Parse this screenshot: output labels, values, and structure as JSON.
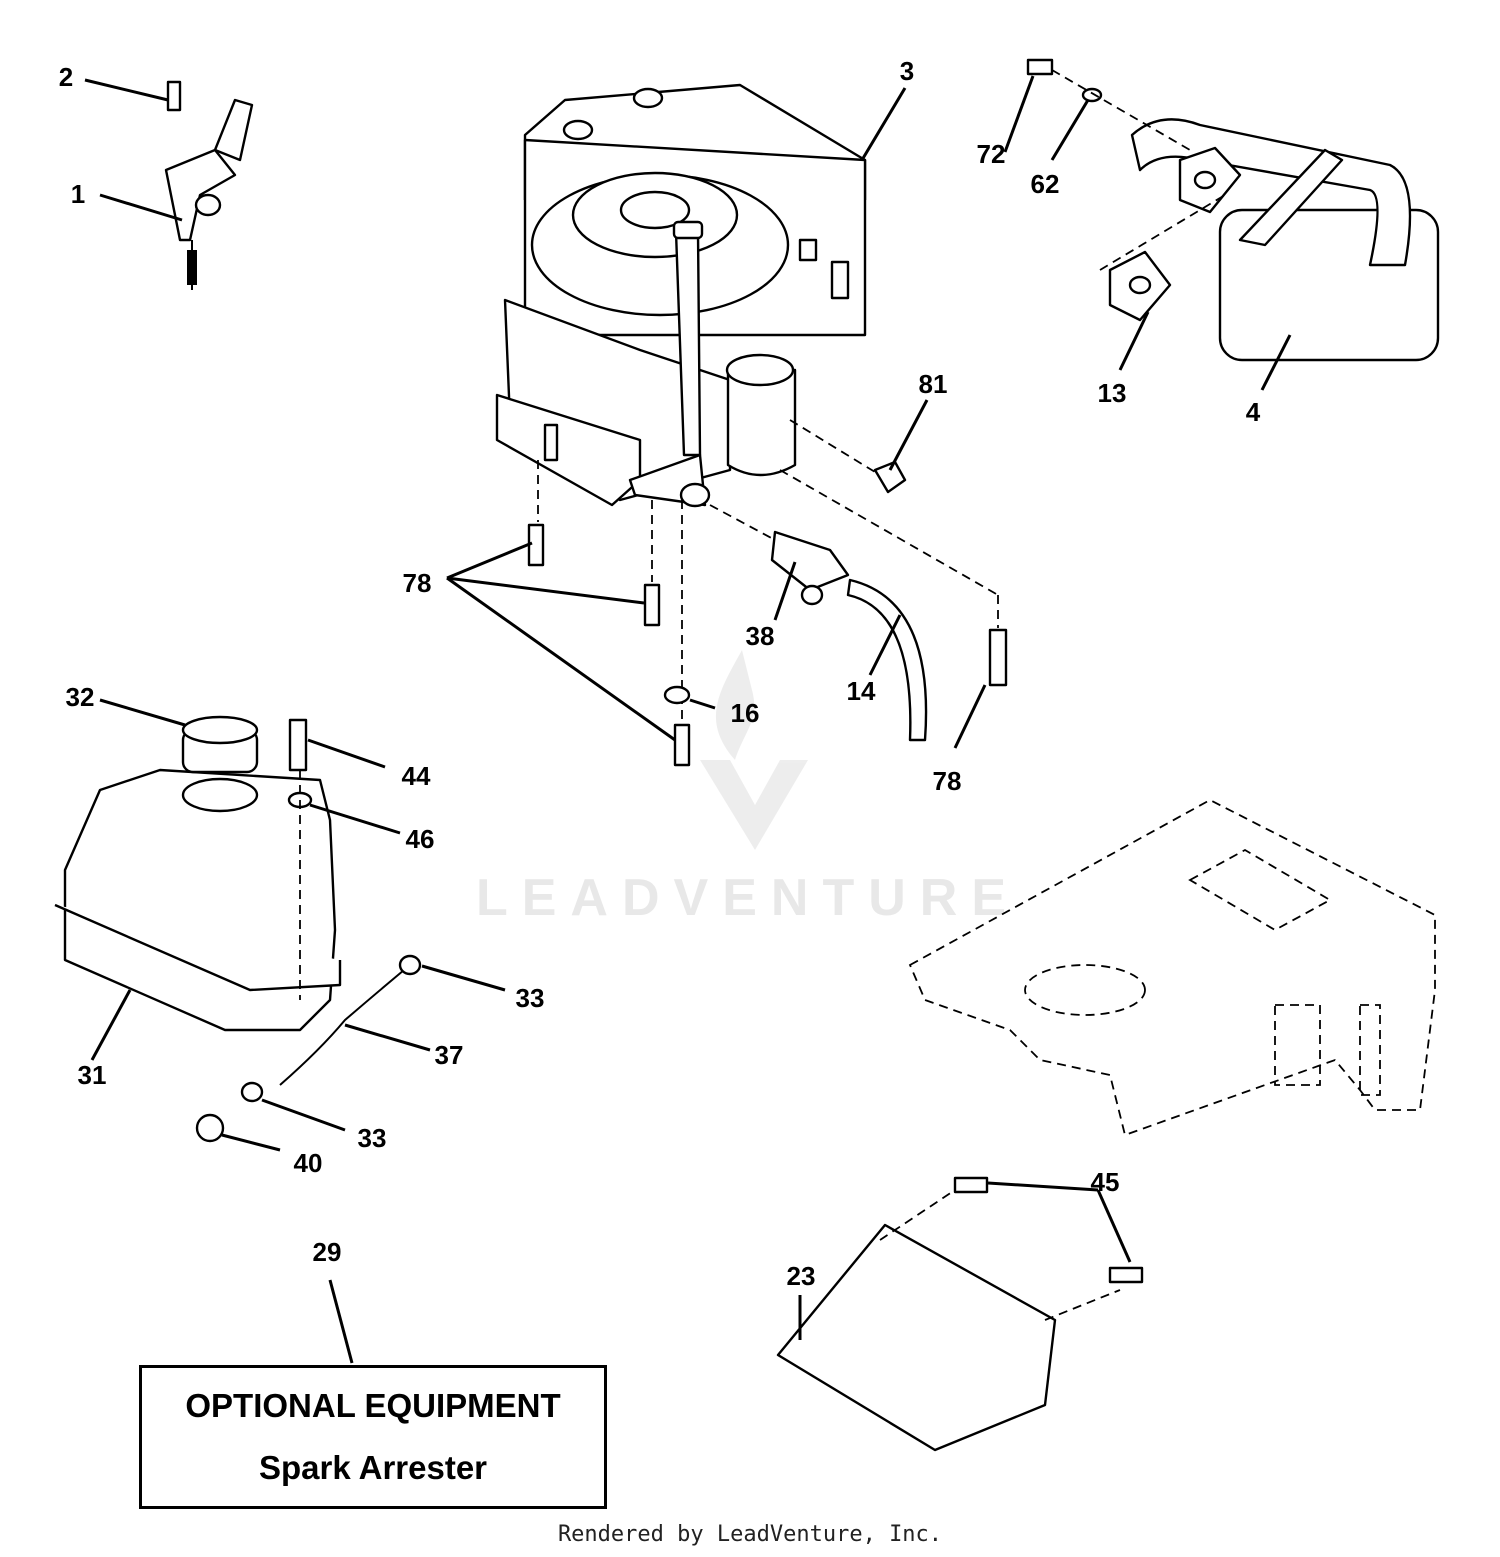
{
  "diagram": {
    "callouts": {
      "c1": "1",
      "c2": "2",
      "c3": "3",
      "c4": "4",
      "c13": "13",
      "c14": "14",
      "c16": "16",
      "c23": "23",
      "c29": "29",
      "c31": "31",
      "c32": "32",
      "c33a": "33",
      "c33b": "33",
      "c37": "37",
      "c38": "38",
      "c40": "40",
      "c44": "44",
      "c45": "45",
      "c46": "46",
      "c62": "62",
      "c72": "72",
      "c78a": "78",
      "c78b": "78",
      "c81": "81"
    },
    "optional_box": {
      "title": "OPTIONAL EQUIPMENT",
      "subtitle": "Spark Arrester"
    },
    "watermark": "LEADVENTURE"
  },
  "footer": {
    "text": "Rendered by LeadVenture, Inc."
  }
}
